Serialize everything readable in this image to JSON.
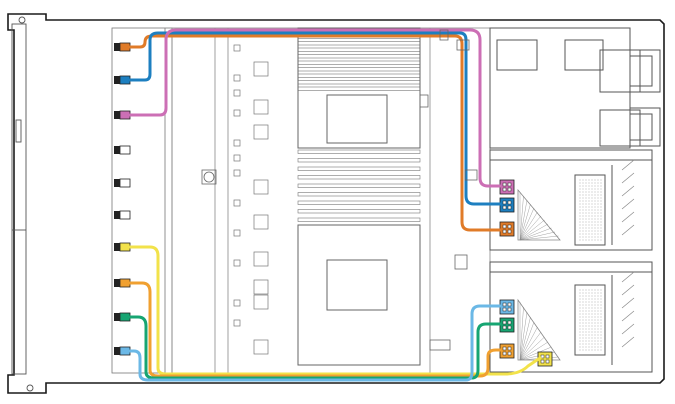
{
  "diagram": {
    "description_visible_text": "",
    "colors": {
      "outline": "#1a1a1a",
      "line": "#555555",
      "light": "#9a9a9a",
      "pink": "#cc6fb5",
      "blue": "#1d7fc0",
      "orange": "#e07b28",
      "yellow": "#f2e24a",
      "green": "#17a572",
      "lightblue": "#6bb8e6",
      "amber": "#f0a030"
    },
    "drive_bay_connectors": [
      {
        "id": "bay-1",
        "color": "orange"
      },
      {
        "id": "bay-2",
        "color": "blue"
      },
      {
        "id": "bay-3",
        "color": "pink"
      },
      {
        "id": "bay-4",
        "color": "none"
      },
      {
        "id": "bay-5",
        "color": "none"
      },
      {
        "id": "bay-6",
        "color": "none"
      },
      {
        "id": "bay-7",
        "color": "yellow"
      },
      {
        "id": "bay-8",
        "color": "amber"
      },
      {
        "id": "bay-9",
        "color": "green"
      },
      {
        "id": "bay-10",
        "color": "lightblue"
      }
    ],
    "cables": [
      {
        "id": "cable-orange",
        "color": "orange"
      },
      {
        "id": "cable-blue",
        "color": "blue"
      },
      {
        "id": "cable-pink",
        "color": "pink"
      },
      {
        "id": "cable-yellow",
        "color": "yellow"
      },
      {
        "id": "cable-amber",
        "color": "amber"
      },
      {
        "id": "cable-green",
        "color": "green"
      },
      {
        "id": "cable-lightblue",
        "color": "lightblue"
      }
    ]
  }
}
